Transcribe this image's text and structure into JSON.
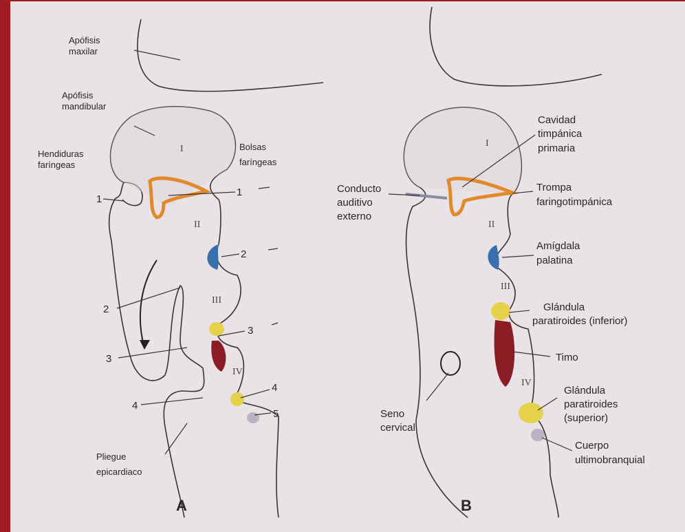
{
  "panel_a": {
    "letter": "A",
    "apofisis_maxilar": [
      "Apófisis",
      "maxilar"
    ],
    "apofisis_mandibular": [
      "Apófisis",
      "mandibular"
    ],
    "hendiduras": [
      "Hendiduras",
      "faríngeas"
    ],
    "bolsas": [
      "Bolsas",
      "faríngeas"
    ],
    "pliegue": [
      "Pliegue",
      "epicardiaco"
    ],
    "arch_numerals": [
      "I",
      "II",
      "III",
      "IV"
    ],
    "cleft_numbers": [
      "1",
      "2",
      "3",
      "4"
    ],
    "pouch_numbers": [
      "1",
      "2",
      "3",
      "4",
      "5"
    ]
  },
  "panel_b": {
    "letter": "B",
    "cavidad": [
      "Cavidad",
      "timpánica",
      "primaria"
    ],
    "conducto": [
      "Conducto",
      "auditivo",
      "externo"
    ],
    "trompa": [
      "Trompa",
      "faringotimpánica"
    ],
    "amigdala": [
      "Amígdala",
      "palatina"
    ],
    "paratiroides_inf": [
      "Glándula",
      "paratiroides (inferior)"
    ],
    "timo": "Timo",
    "paratiroides_sup": [
      "Glándula",
      "paratiroides",
      "(superior)"
    ],
    "seno": [
      "Seno",
      "cervical"
    ],
    "cuerpo": [
      "Cuerpo",
      "ultimobranquial"
    ],
    "arch_numerals": [
      "I",
      "II",
      "III",
      "IV"
    ]
  },
  "colors": {
    "orange": "#e08a2a",
    "blue": "#3a6fae",
    "yellow": "#e6d24a",
    "maroon": "#8a1c24",
    "gray": "#b9b4c4"
  }
}
